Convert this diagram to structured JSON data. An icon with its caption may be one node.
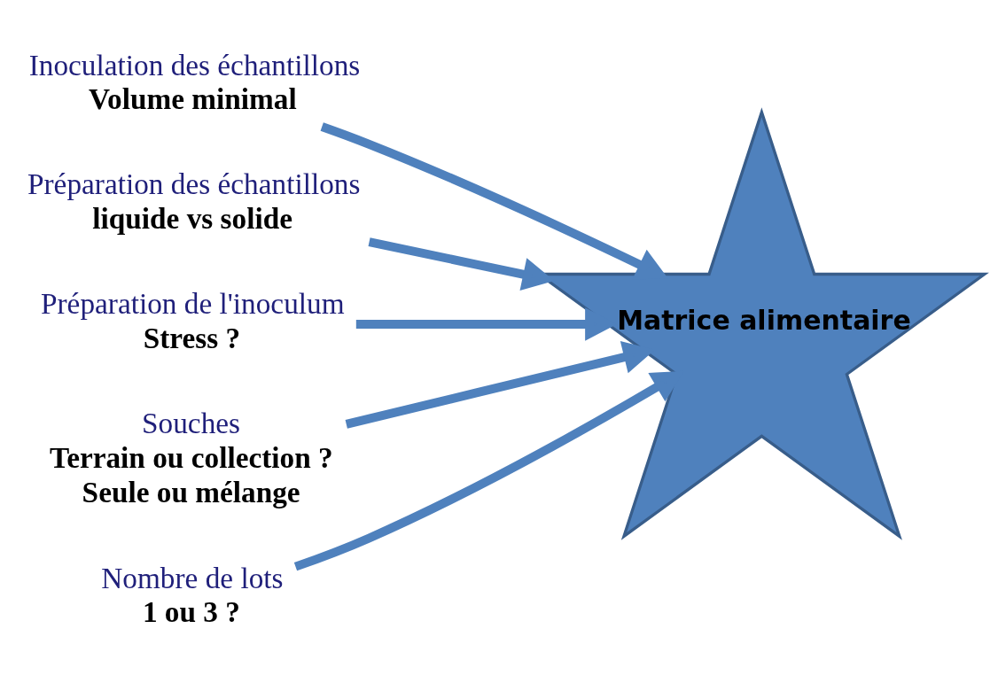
{
  "diagram": {
    "nodes": [
      {
        "text": [
          "Matrice alimentaire"
        ]
      },
      {
        "text": [
          "Inoculation des échantillons",
          "Volume minimal"
        ]
      },
      {
        "text": [
          "Préparation des échantillons",
          "liquide vs solide"
        ]
      },
      {
        "text": [
          "Préparation de l'inoculum",
          "Stress ?"
        ]
      },
      {
        "text": [
          "Souches",
          "Terrain ou collection ?",
          "Seule ou mélange"
        ]
      },
      {
        "text": [
          "Nombre de lots",
          "1 ou 3 ?"
        ]
      }
    ],
    "edges": [
      {
        "from": 1,
        "to": 0,
        "arrow": "to"
      },
      {
        "from": 2,
        "to": 0,
        "arrow": "to"
      },
      {
        "from": 3,
        "to": 0,
        "arrow": "to"
      },
      {
        "from": 4,
        "to": 0,
        "arrow": "to"
      },
      {
        "from": 5,
        "to": 0,
        "arrow": "to"
      }
    ]
  }
}
